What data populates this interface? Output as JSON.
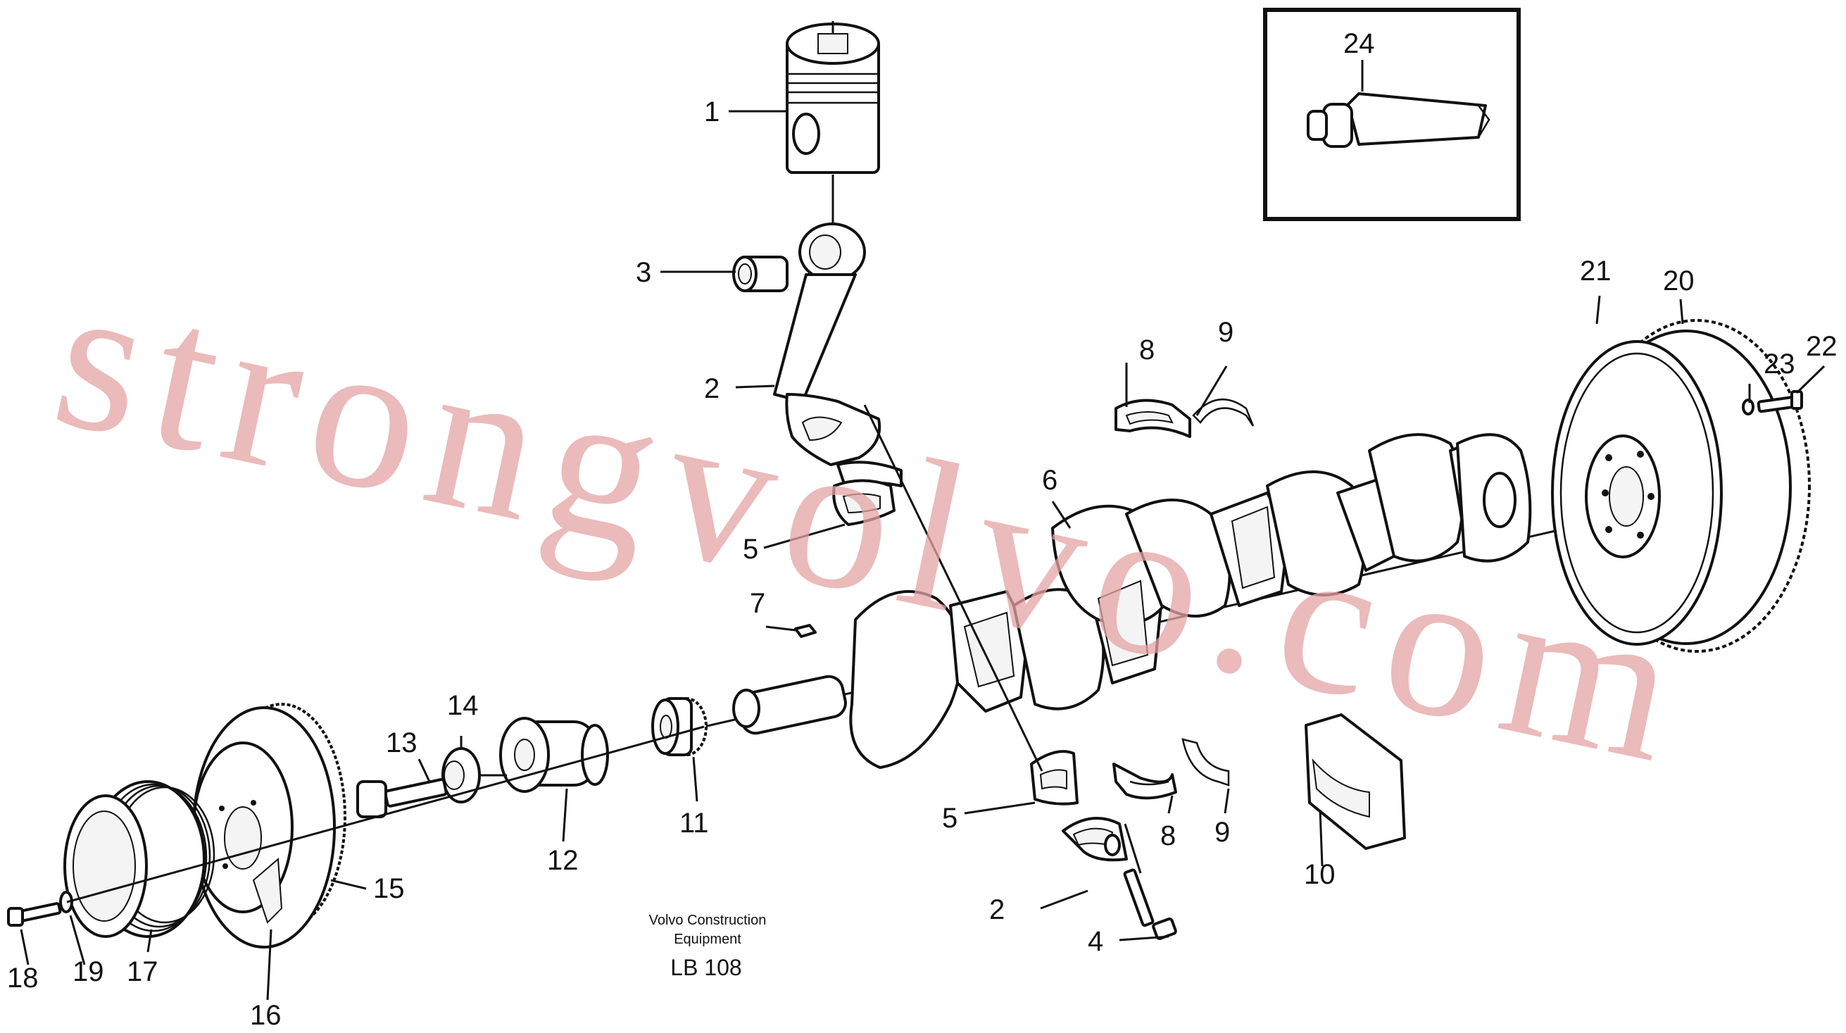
{
  "diagram": {
    "callouts": {
      "c1": "1",
      "c2a": "2",
      "c2b": "2",
      "c3": "3",
      "c4": "4",
      "c5a": "5",
      "c5b": "5",
      "c6": "6",
      "c7": "7",
      "c8a": "8",
      "c8b": "8",
      "c9a": "9",
      "c9b": "9",
      "c10": "10",
      "c11": "11",
      "c12": "12",
      "c13": "13",
      "c14": "14",
      "c15": "15",
      "c16": "16",
      "c17": "17",
      "c18": "18",
      "c19": "19",
      "c20": "20",
      "c21": "21",
      "c22": "22",
      "c23": "23",
      "c24": "24"
    },
    "caption": {
      "line1": "Volvo Construction",
      "line2": "Equipment",
      "code": "LB 108"
    },
    "watermark": "strongvolvo.com"
  }
}
